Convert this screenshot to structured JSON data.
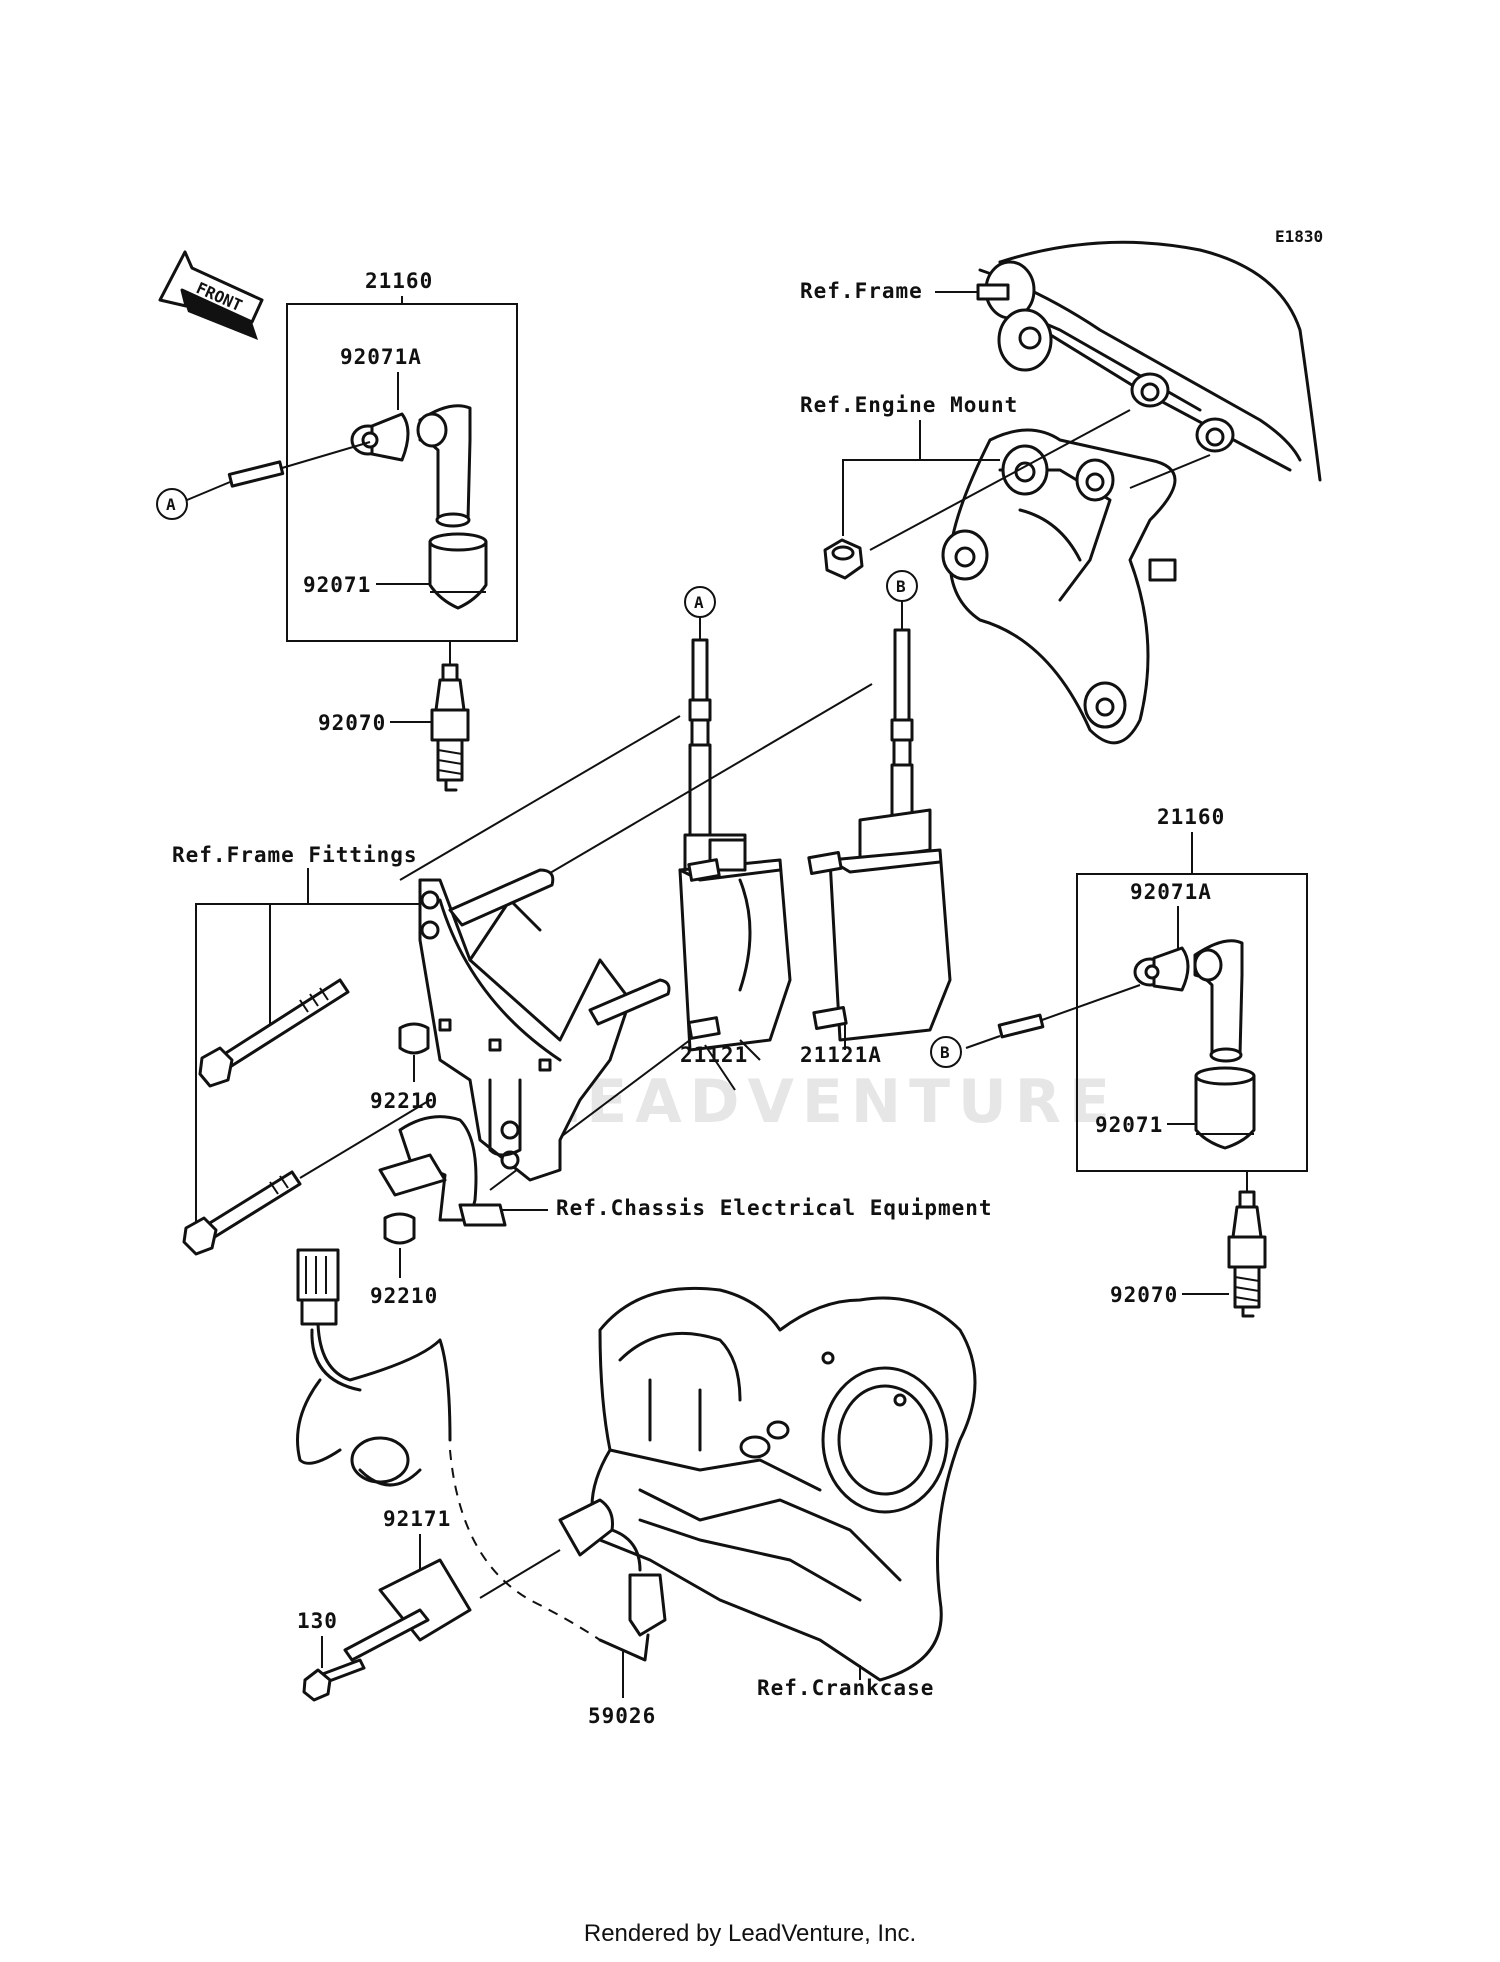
{
  "diagram_code": "E1830",
  "front_arrow_label": "FRONT",
  "watermark": "LEADVENTURE",
  "footer_text": "Rendered by LeadVenture, Inc.",
  "connectors": {
    "a": "A",
    "b": "B"
  },
  "labels": {
    "ref_frame": "Ref.Frame",
    "ref_engine_mount": "Ref.Engine Mount",
    "ref_frame_fittings": "Ref.Frame Fittings",
    "ref_chassis_electrical": "Ref.Chassis Electrical Equipment",
    "ref_crankcase": "Ref.Crankcase",
    "left_plug_assy": "21160",
    "left_cap_92071a": "92071A",
    "left_cap_92071": "92071",
    "left_spark_plug": "92070",
    "right_plug_assy": "21160",
    "right_cap_92071a": "92071A",
    "right_cap_92071": "92071",
    "right_spark_plug": "92070",
    "coil_21121": "21121",
    "coil_21121a": "21121A",
    "nut_upper": "92210",
    "nut_lower": "92210",
    "clamp_92171": "92171",
    "bolt_130": "130",
    "sensor_59026": "59026"
  }
}
